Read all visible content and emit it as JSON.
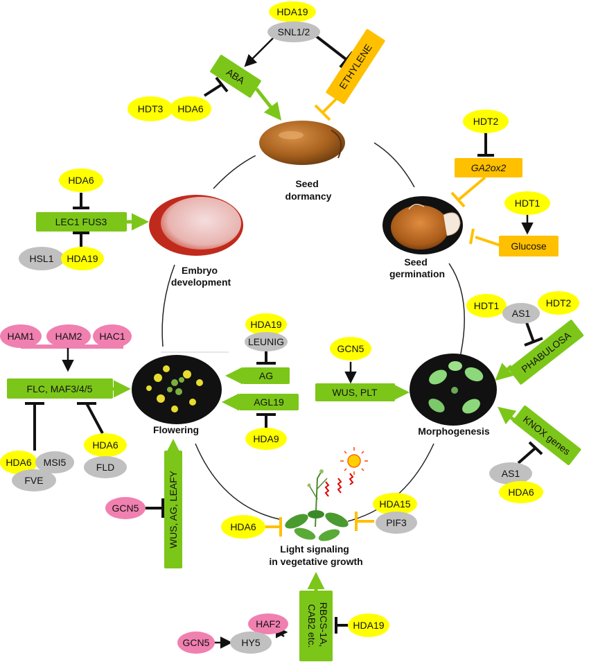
{
  "colors": {
    "histone_deacetylase": "#ffff00",
    "repressor_partner": "#c0c0c0",
    "histone_acetyltransferase": "#f080b0",
    "green_box": "#7cc619",
    "orange_box": "#ffc000",
    "inhibition_orange": "#ffc000"
  },
  "stages": {
    "dormancy": [
      "Seed",
      "dormancy"
    ],
    "germination": [
      "Seed",
      "germination"
    ],
    "embryo": [
      "Embryo",
      "development"
    ],
    "morphogenesis": "Morphogenesis",
    "flowering": "Flowering",
    "light": [
      "Light signaling",
      "in vegetative growth"
    ]
  },
  "images": {
    "dormancy": "seed-image",
    "germination": "germinating-seed-image",
    "embryo": "embryo-image",
    "morphogenesis": "seedling-image",
    "flowering": "flower-image",
    "light": "plant-image",
    "sun": "sun-icon"
  },
  "nodes": {
    "hda19_top": "HDA19",
    "snl12": "SNL1/2",
    "aba": "ABA",
    "ethylene": "ETHYLENE",
    "hdt3": "HDT3",
    "hda6_aba": "HDA6",
    "hdt2": "HDT2",
    "ga2ox2": "GA2ox2",
    "hdt1_glu": "HDT1",
    "glucose": "Glucose",
    "hda6_emb": "HDA6",
    "lec1fus3": "LEC1 FUS3",
    "hsl1": "HSL1",
    "hda19_emb": "HDA19",
    "ham1": "HAM1",
    "ham2": "HAM2",
    "hac1": "HAC1",
    "flc": "FLC, MAF3/4/5",
    "hda6_fve": "HDA6",
    "msi5": "MSI5",
    "fve": "FVE",
    "hda6_fld": "HDA6",
    "fld": "FLD",
    "hda19_ag": "HDA19",
    "leunig": "LEUNIG",
    "ag": "AG",
    "agl19": "AGL19",
    "hda9": "HDA9",
    "gcn5_wus": "GCN5",
    "wus_plt": "WUS, PLT",
    "hdt1_as": "HDT1",
    "as1_top": "AS1",
    "hdt2_as": "HDT2",
    "phabulosa": "PHABULOSA",
    "knox": "KNOX genes",
    "as1_bottom": "AS1",
    "hda6_knox": "HDA6",
    "wus_ag_leafy": "WUS, AG, LEAFY",
    "gcn5_flower": "GCN5",
    "hda6_light": "HDA6",
    "hda15": "HDA15",
    "pif3": "PIF3",
    "rbcs": [
      "RBCS-1A,",
      "CAB2  etc."
    ],
    "haf2": "HAF2",
    "gcn5_hy5": "GCN5",
    "hy5": "HY5",
    "hda19_rbcs": "HDA19"
  }
}
